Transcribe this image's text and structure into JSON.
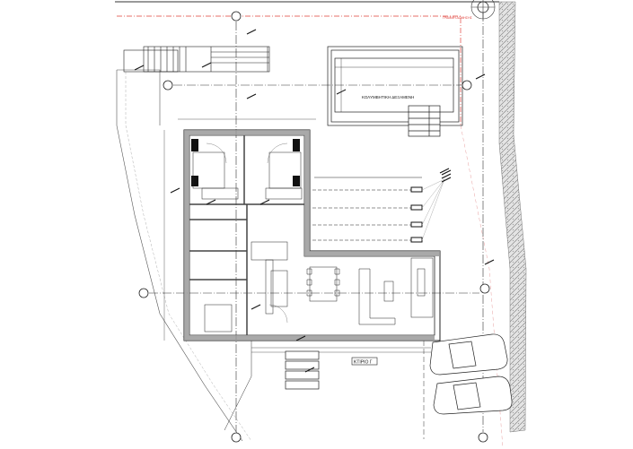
{
  "plan": {
    "pool_label": "ΚΟΛΥΜΒΗΤΙΚΗ ΔΕΞΑΜΕΝΗ",
    "building_label": "ΚΤΙΡΙΟ Γ",
    "building_line_label": "ΓΡΑΜΜΗ ΔΟΜΗΣΗΣ",
    "colors": {
      "lines": "#111111",
      "building_line": "#e0403a",
      "walls": "#9a9a9a",
      "stone": "#bdbdbd"
    }
  }
}
